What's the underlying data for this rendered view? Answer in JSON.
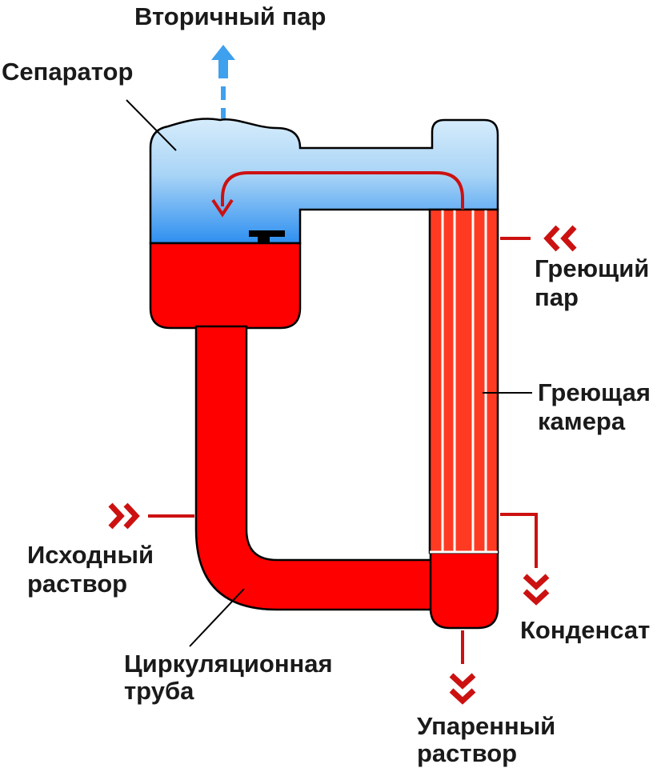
{
  "labels": {
    "secondary_steam": "Вторичный пар",
    "separator": "Сепаратор",
    "heating_steam_line1": "Греющий",
    "heating_steam_line2": "пар",
    "heating_chamber_line1": "Греющая",
    "heating_chamber_line2": "камера",
    "feed_solution_line1": "Исходный",
    "feed_solution_line2": "раствор",
    "condensate": "Конденсат",
    "circulation_pipe_line1": "Циркуляционная",
    "circulation_pipe_line2": "труба",
    "evaporated_solution_line1": "Упаренный",
    "evaporated_solution_line2": "раствор"
  },
  "colors": {
    "vapor_top": "#d6ecfb",
    "vapor_bottom": "#2e8ff0",
    "liquid": "#ff0000",
    "heating_tubes": "#ff3a22",
    "arrow_steam_out": "#3fa0ee",
    "arrow_flow": "#cc1111",
    "outline": "#000000",
    "leader_line": "#000000"
  }
}
